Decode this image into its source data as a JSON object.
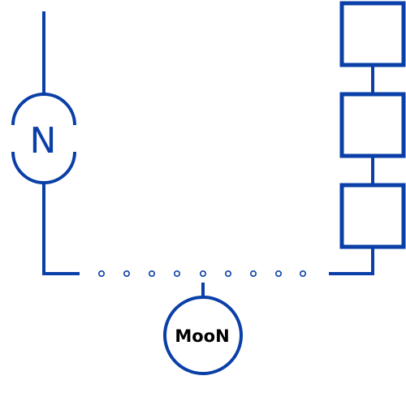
{
  "diagram": {
    "left_node": {
      "label": "N"
    },
    "bottom_node": {
      "label": "MooN"
    },
    "right_chain": {
      "box_count": 3
    },
    "bus": {
      "dot_count": 9
    },
    "colors": {
      "line": "#0a3fa8",
      "bottom_label": "#000000",
      "background": "#ffffff"
    }
  }
}
